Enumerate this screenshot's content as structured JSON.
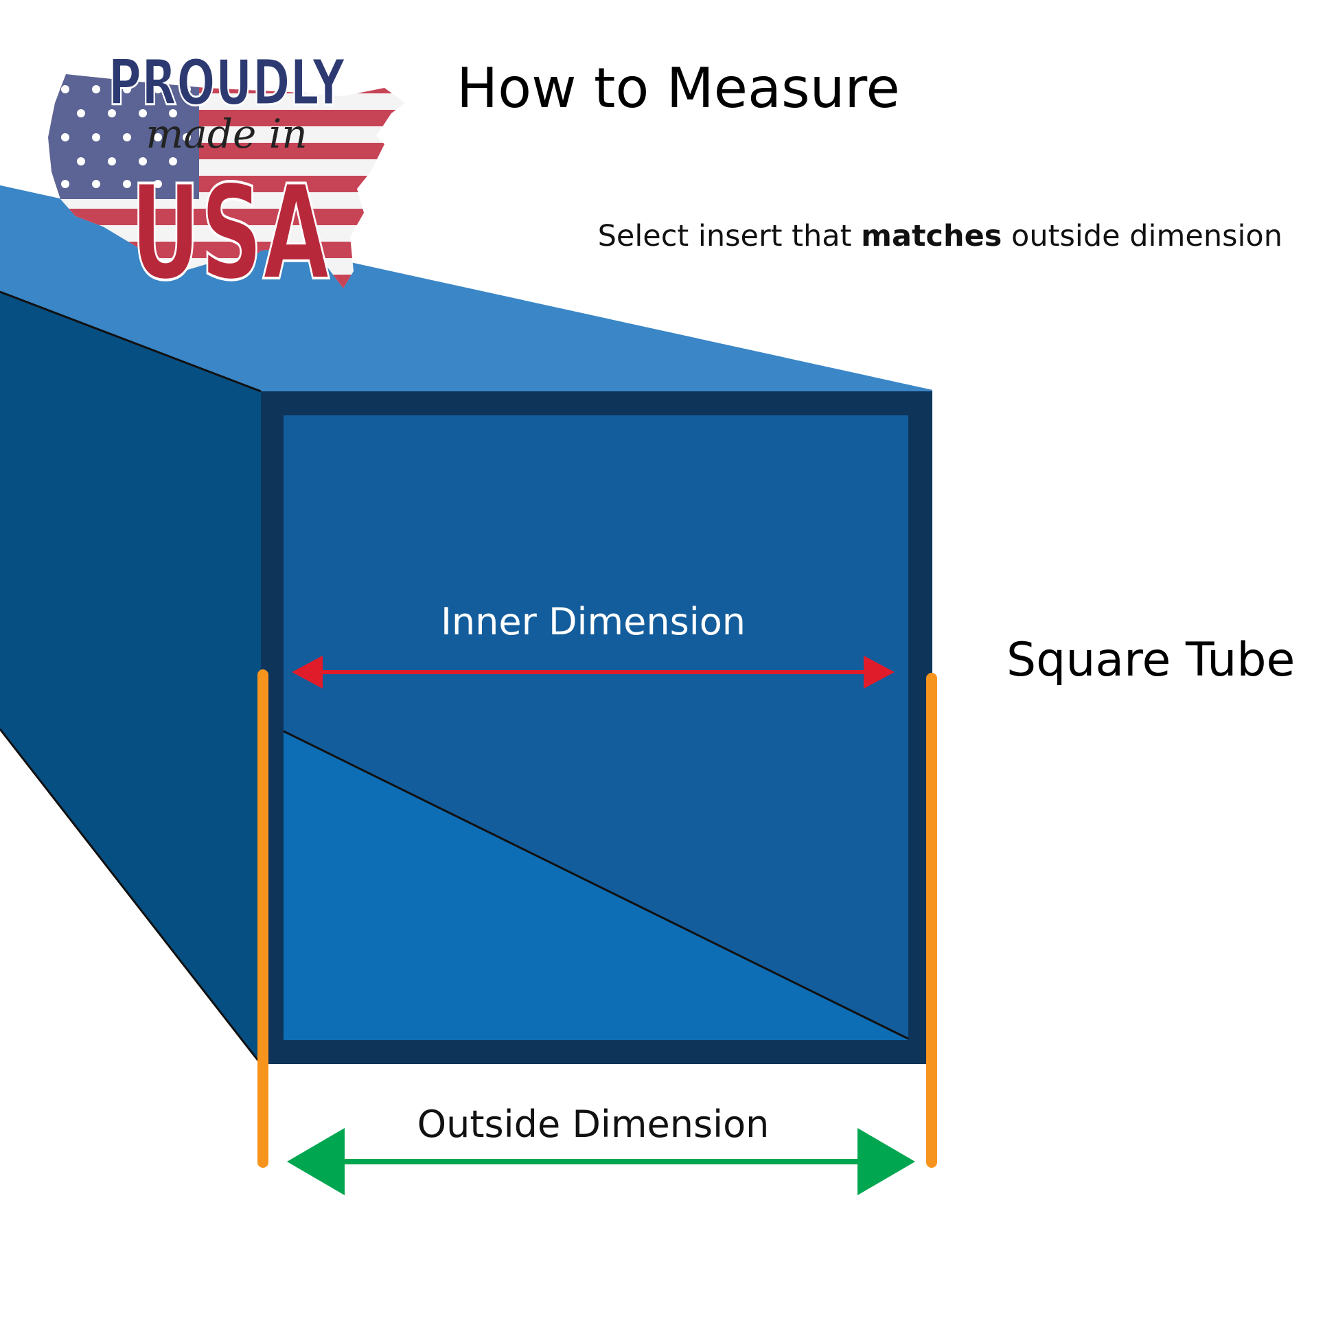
{
  "logo": {
    "line1": "PROUDLY",
    "line2": "made in",
    "line3": "USA"
  },
  "header": {
    "title": "How to Measure",
    "instruction_prefix": "Select insert that ",
    "instruction_bold": "matches",
    "instruction_suffix": " outside dimension"
  },
  "tube": {
    "label": "Square Tube",
    "inner_label": "Inner Dimension",
    "outside_label": "Outside Dimension"
  },
  "colors": {
    "tube_top": "#3a86c6",
    "tube_side": "#064f83",
    "tube_frame": "#0e345a",
    "tube_inner": "#135d9c",
    "tube_inner_floor": "#0d6eb5",
    "inner_arrow": "#e11c2a",
    "outside_arrow": "#00a650",
    "guide_lines": "#f7941d",
    "logo_navy": "#2d3a72",
    "logo_red": "#b8283b"
  },
  "icons": {
    "logo": "usa-map-flag-icon"
  }
}
